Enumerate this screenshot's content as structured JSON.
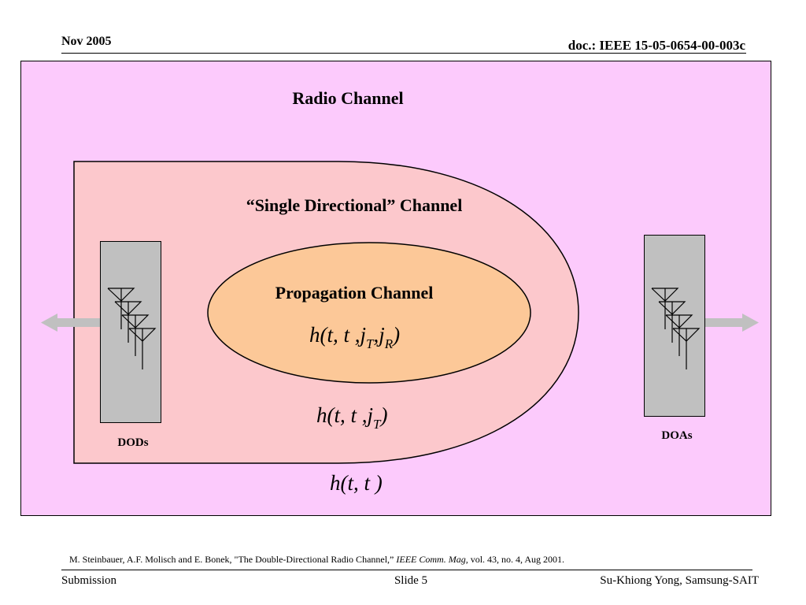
{
  "header": {
    "date": "Nov 2005",
    "doc_id": "doc.: IEEE 15-05-0654-00-003c"
  },
  "diagram": {
    "outer_label": "Radio Channel",
    "middle_label": "“Single Directional” Channel",
    "inner_label": "Propagation Channel",
    "formulas": {
      "propagation": {
        "base": "h(t, t ,j",
        "sub1": "T",
        "mid": ",j",
        "sub2": "R",
        "end": ")"
      },
      "single_directional": {
        "base": "h(t, t ,j",
        "sub1": "T",
        "end": ")"
      },
      "radio": {
        "base": "h(t, t )"
      }
    },
    "left_array_label": "DODs",
    "right_array_label": "DOAs",
    "colors": {
      "outer_fill": "#fccafc",
      "middle_fill": "#fcc8cc",
      "inner_fill": "#fcc898",
      "array_fill": "#c0c0c0",
      "arrow": "#c0c0c0"
    }
  },
  "reference": {
    "prefix": "M. Steinbauer, A.F. Molisch and E. Bonek, \"The Double-Directional Radio Channel,” ",
    "journal": "IEEE Comm. Mag,",
    "suffix": " vol. 43, no. 4, Aug 2001."
  },
  "footer": {
    "left": "Submission",
    "center": "Slide 5",
    "right": "Su-Khiong Yong, Samsung-SAIT"
  }
}
